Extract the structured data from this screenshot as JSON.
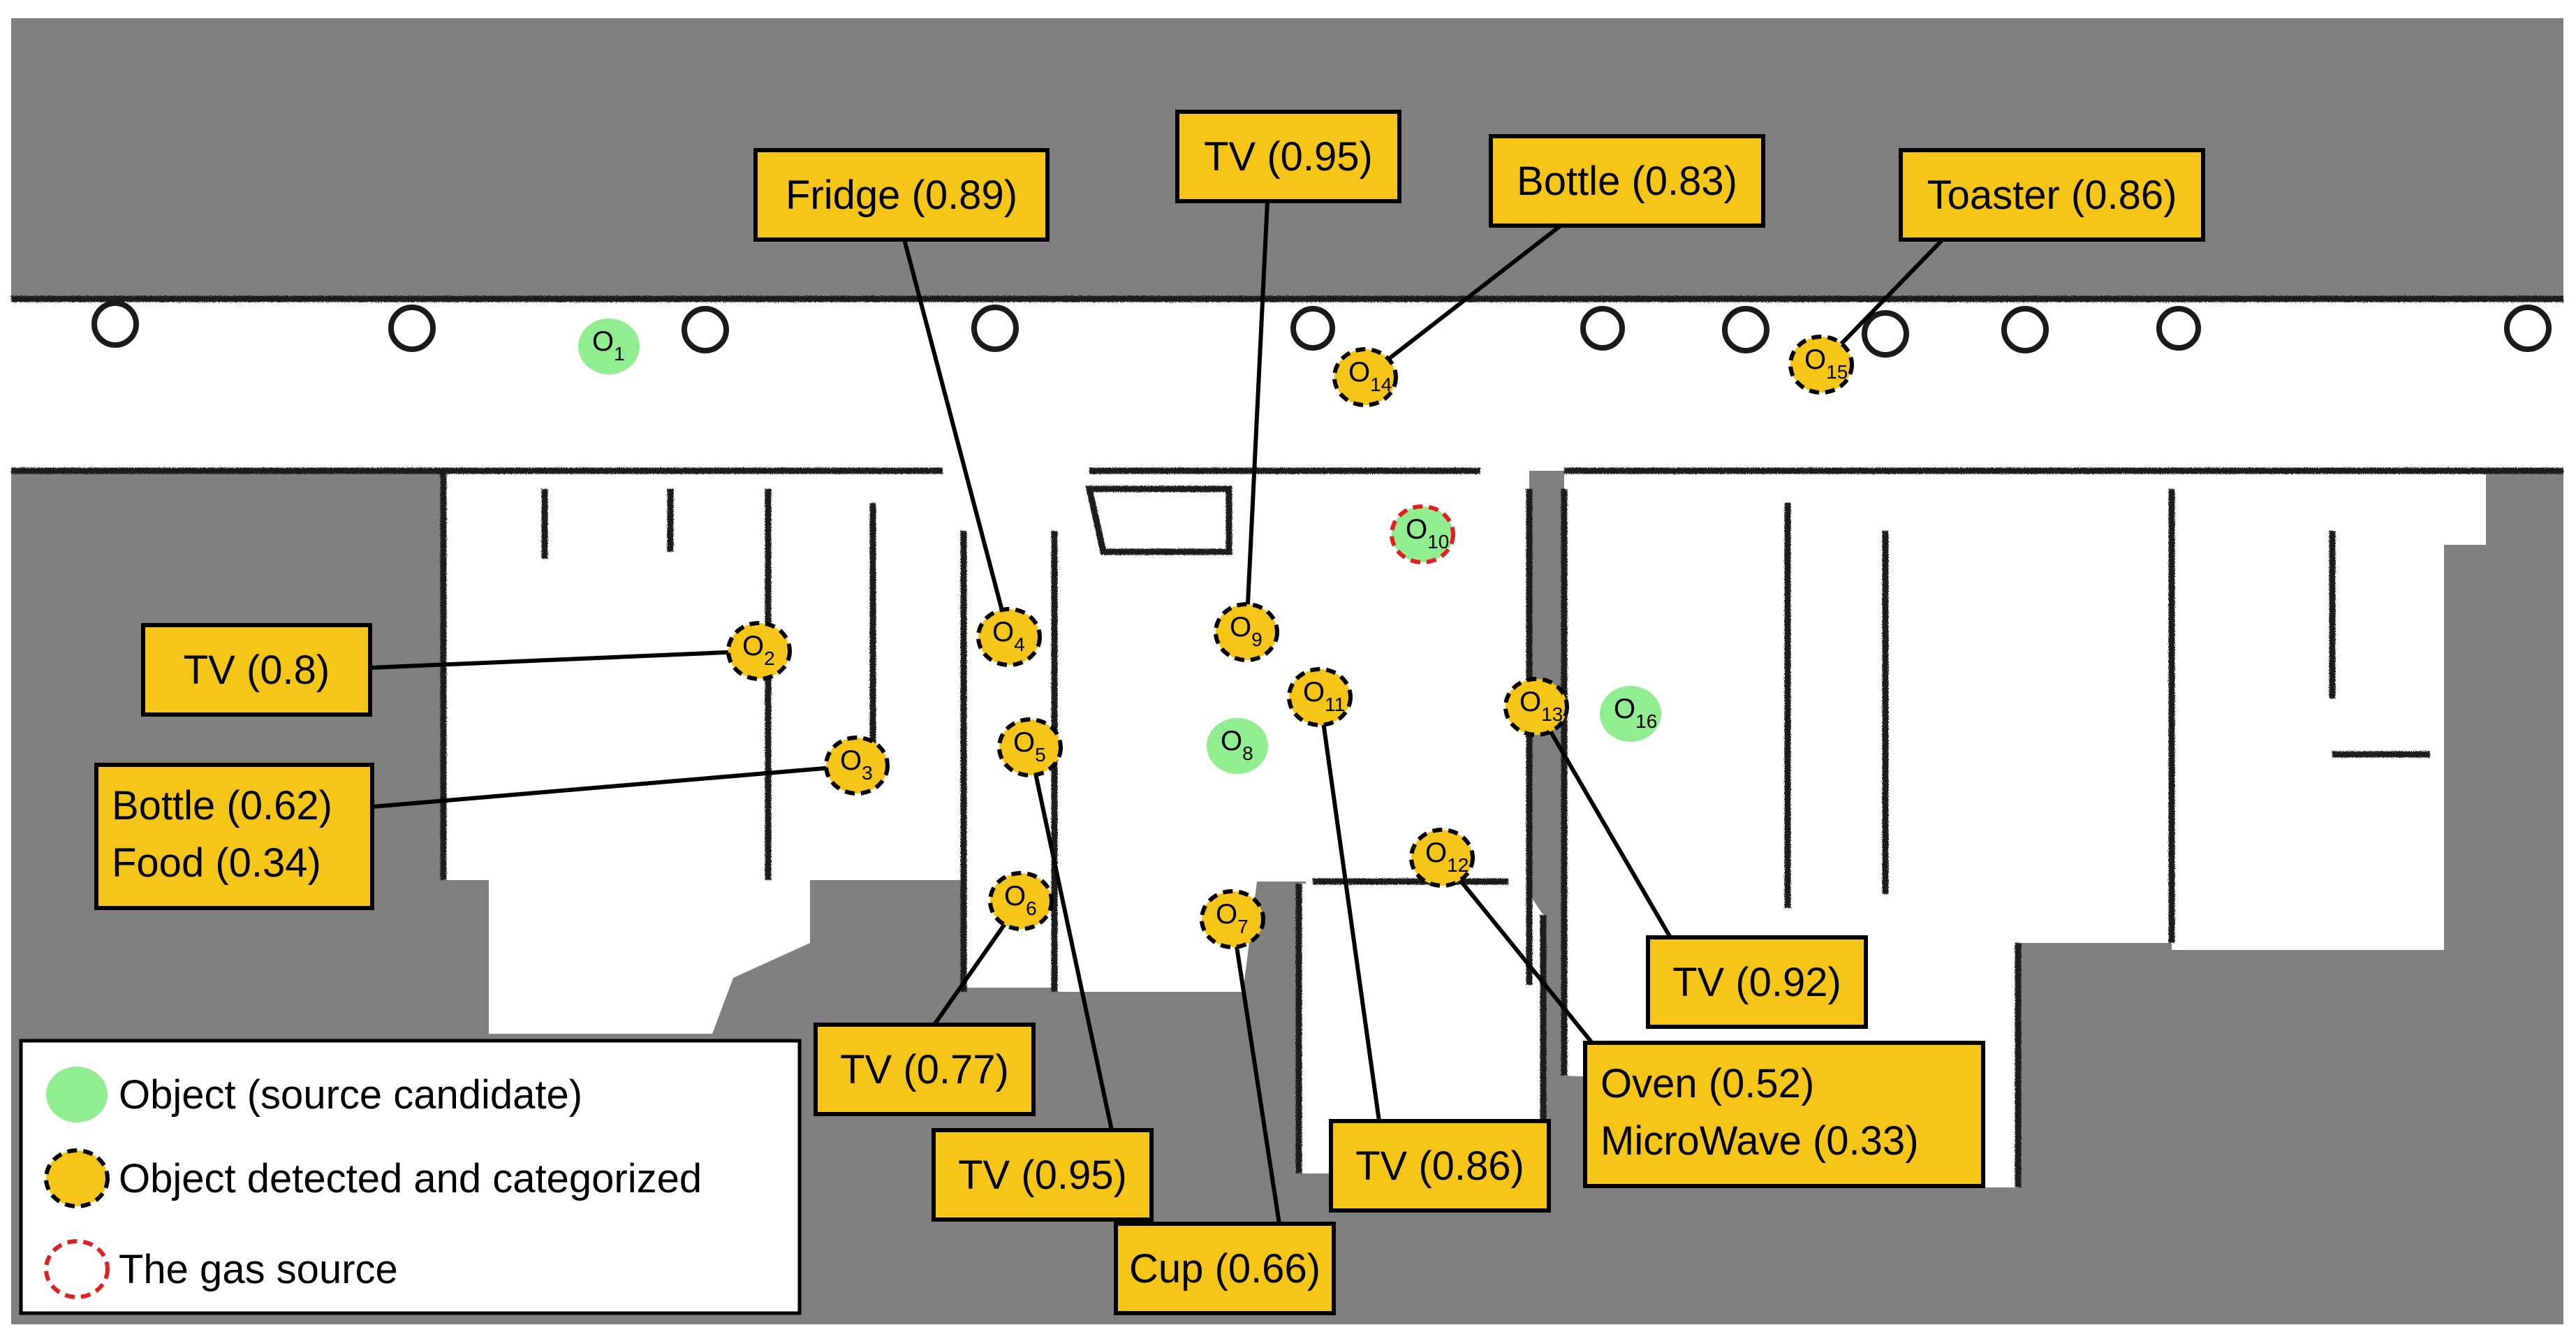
{
  "colors": {
    "background": "#ffffff",
    "unknown_area": "#808080",
    "free_space": "#ffffff",
    "obstacle": "#1a1a1a",
    "candidate_fill": "#90ee90",
    "detected_fill": "#f5c518",
    "detected_border": "#000000",
    "gas_source_border": "#e02020",
    "label_fill": "#f5c518",
    "label_border": "#000000",
    "leader_line": "#000000"
  },
  "objects": [
    {
      "id": "O1",
      "sub": "1",
      "type": "candidate"
    },
    {
      "id": "O2",
      "sub": "2",
      "type": "detected"
    },
    {
      "id": "O3",
      "sub": "3",
      "type": "detected"
    },
    {
      "id": "O4",
      "sub": "4",
      "type": "detected"
    },
    {
      "id": "O5",
      "sub": "5",
      "type": "detected"
    },
    {
      "id": "O6",
      "sub": "6",
      "type": "detected"
    },
    {
      "id": "O7",
      "sub": "7",
      "type": "detected"
    },
    {
      "id": "O8",
      "sub": "8",
      "type": "candidate"
    },
    {
      "id": "O9",
      "sub": "9",
      "type": "detected"
    },
    {
      "id": "O10",
      "sub": "10",
      "type": "gas_source"
    },
    {
      "id": "O11",
      "sub": "11",
      "type": "detected"
    },
    {
      "id": "O12",
      "sub": "12",
      "type": "detected"
    },
    {
      "id": "O13",
      "sub": "13",
      "type": "detected"
    },
    {
      "id": "O14",
      "sub": "14",
      "type": "detected"
    },
    {
      "id": "O15",
      "sub": "15",
      "type": "detected"
    },
    {
      "id": "O16",
      "sub": "16",
      "type": "candidate"
    }
  ],
  "labels": [
    {
      "object": "O2",
      "lines": [
        "TV (0.8)"
      ]
    },
    {
      "object": "O3",
      "lines": [
        "Bottle (0.62)",
        "Food (0.34)"
      ]
    },
    {
      "object": "O4",
      "lines": [
        "Fridge (0.89)"
      ]
    },
    {
      "object": "O5",
      "lines": [
        "TV (0.95)"
      ]
    },
    {
      "object": "O6",
      "lines": [
        "TV (0.77)"
      ]
    },
    {
      "object": "O7",
      "lines": [
        "Cup (0.66)"
      ]
    },
    {
      "object": "O9",
      "lines": [
        "TV (0.95)"
      ]
    },
    {
      "object": "O11",
      "lines": [
        "TV (0.86)"
      ]
    },
    {
      "object": "O12",
      "lines": [
        "Oven (0.52)",
        "MicroWave (0.33)"
      ]
    },
    {
      "object": "O13",
      "lines": [
        "TV (0.92)"
      ]
    },
    {
      "object": "O14",
      "lines": [
        "Bottle (0.83)"
      ]
    },
    {
      "object": "O15",
      "lines": [
        "Toaster (0.86)"
      ]
    }
  ],
  "legend": {
    "candidate": "Object (source candidate)",
    "detected": "Object detected and categorized",
    "gas_source": "The gas source"
  }
}
